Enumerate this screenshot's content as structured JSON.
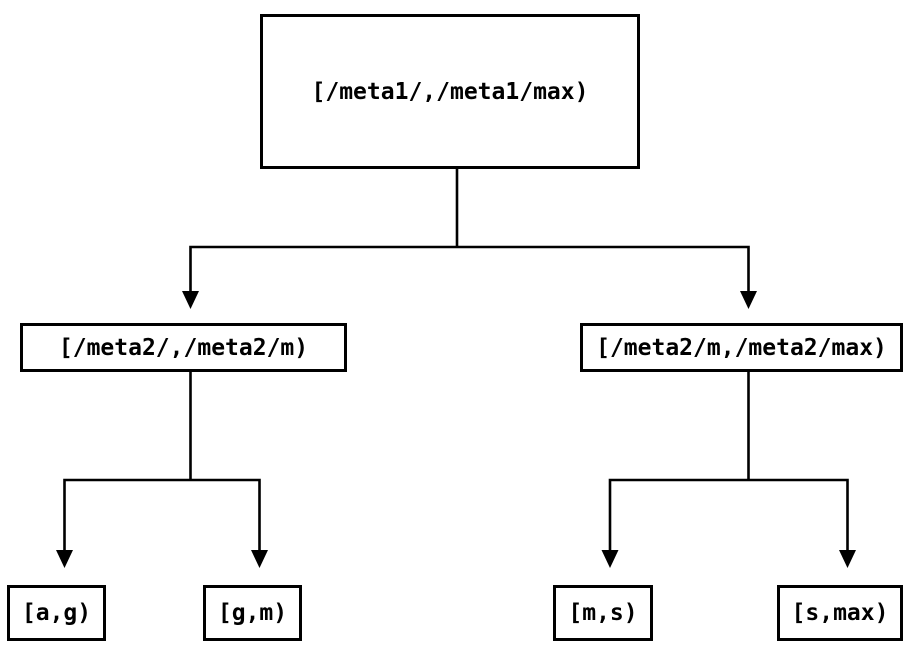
{
  "tree": {
    "root": {
      "label": "[/meta1/,/meta1/max)"
    },
    "children": [
      {
        "label": "[/meta2/,/meta2/m)",
        "children": [
          {
            "label": "[a,g)"
          },
          {
            "label": "[g,m)"
          }
        ]
      },
      {
        "label": "[/meta2/m,/meta2/max)",
        "children": [
          {
            "label": "[m,s)"
          },
          {
            "label": "[s,max)"
          }
        ]
      }
    ]
  },
  "colors": {
    "background": "#ffffff",
    "line": "#000000",
    "text": "#000000",
    "node_fill": "#ffffff"
  }
}
